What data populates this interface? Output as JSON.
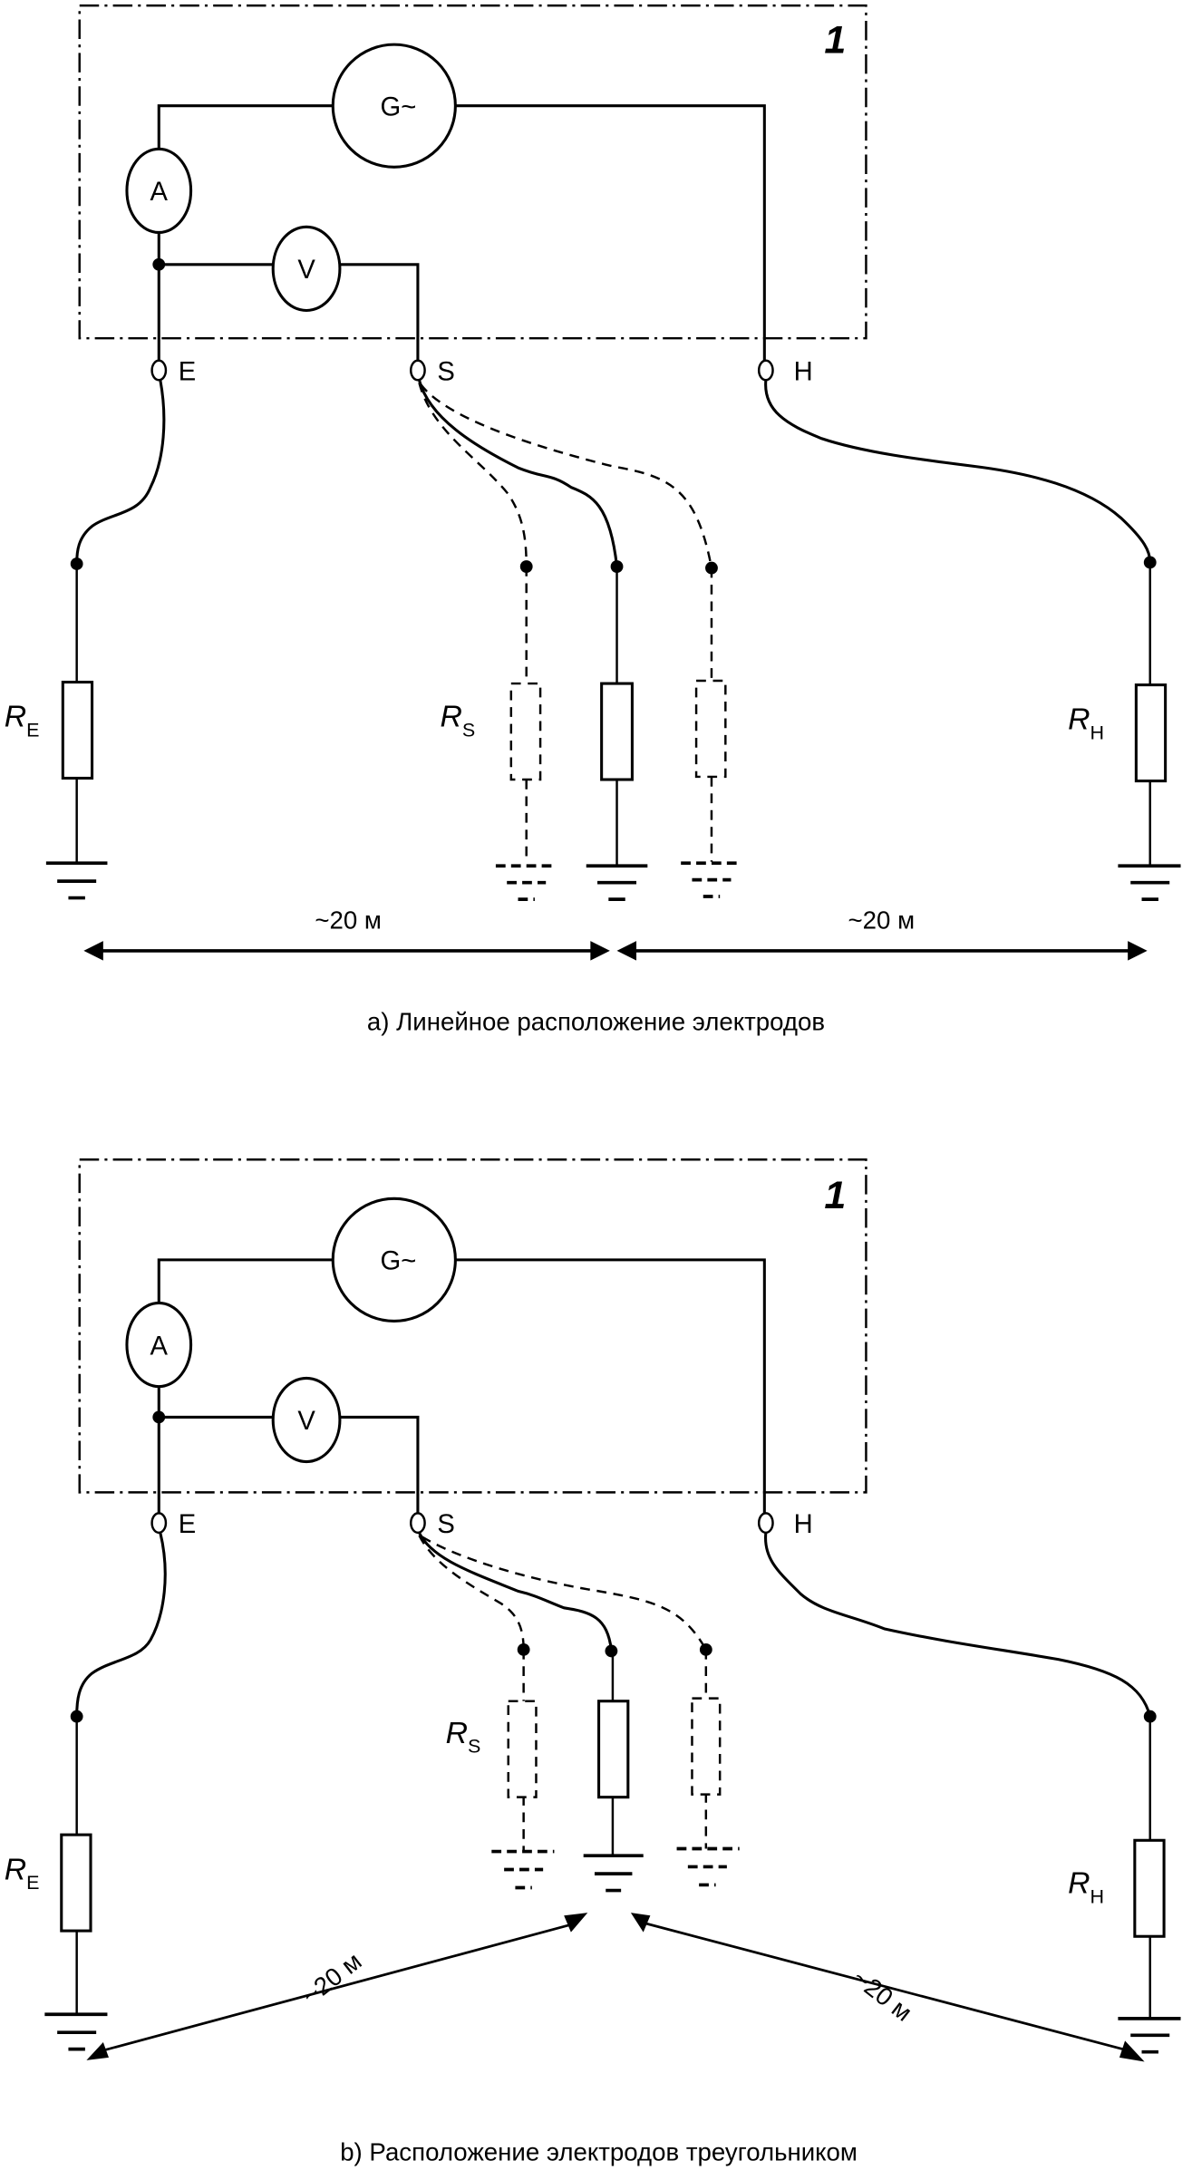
{
  "figure": {
    "diagrams": [
      {
        "id": "a",
        "device_label": "1",
        "generator_label": "G~",
        "ammeter_label": "A",
        "voltmeter_label": "V",
        "terminals": {
          "E": "E",
          "S": "S",
          "H": "H"
        },
        "resistors": {
          "RE": {
            "main": "R",
            "sub": "E"
          },
          "RS": {
            "main": "R",
            "sub": "S"
          },
          "RH": {
            "main": "R",
            "sub": "H"
          }
        },
        "distances": [
          "~20 м",
          "~20 м"
        ],
        "caption": "a) Линейное расположение электродов"
      },
      {
        "id": "b",
        "device_label": "1",
        "generator_label": "G~",
        "ammeter_label": "A",
        "voltmeter_label": "V",
        "terminals": {
          "E": "E",
          "S": "S",
          "H": "H"
        },
        "resistors": {
          "RE": {
            "main": "R",
            "sub": "E"
          },
          "RS": {
            "main": "R",
            "sub": "S"
          },
          "RH": {
            "main": "R",
            "sub": "H"
          }
        },
        "distances": [
          "~20 м",
          "~20 м"
        ],
        "caption": "b) Расположение электродов треугольником"
      }
    ]
  }
}
